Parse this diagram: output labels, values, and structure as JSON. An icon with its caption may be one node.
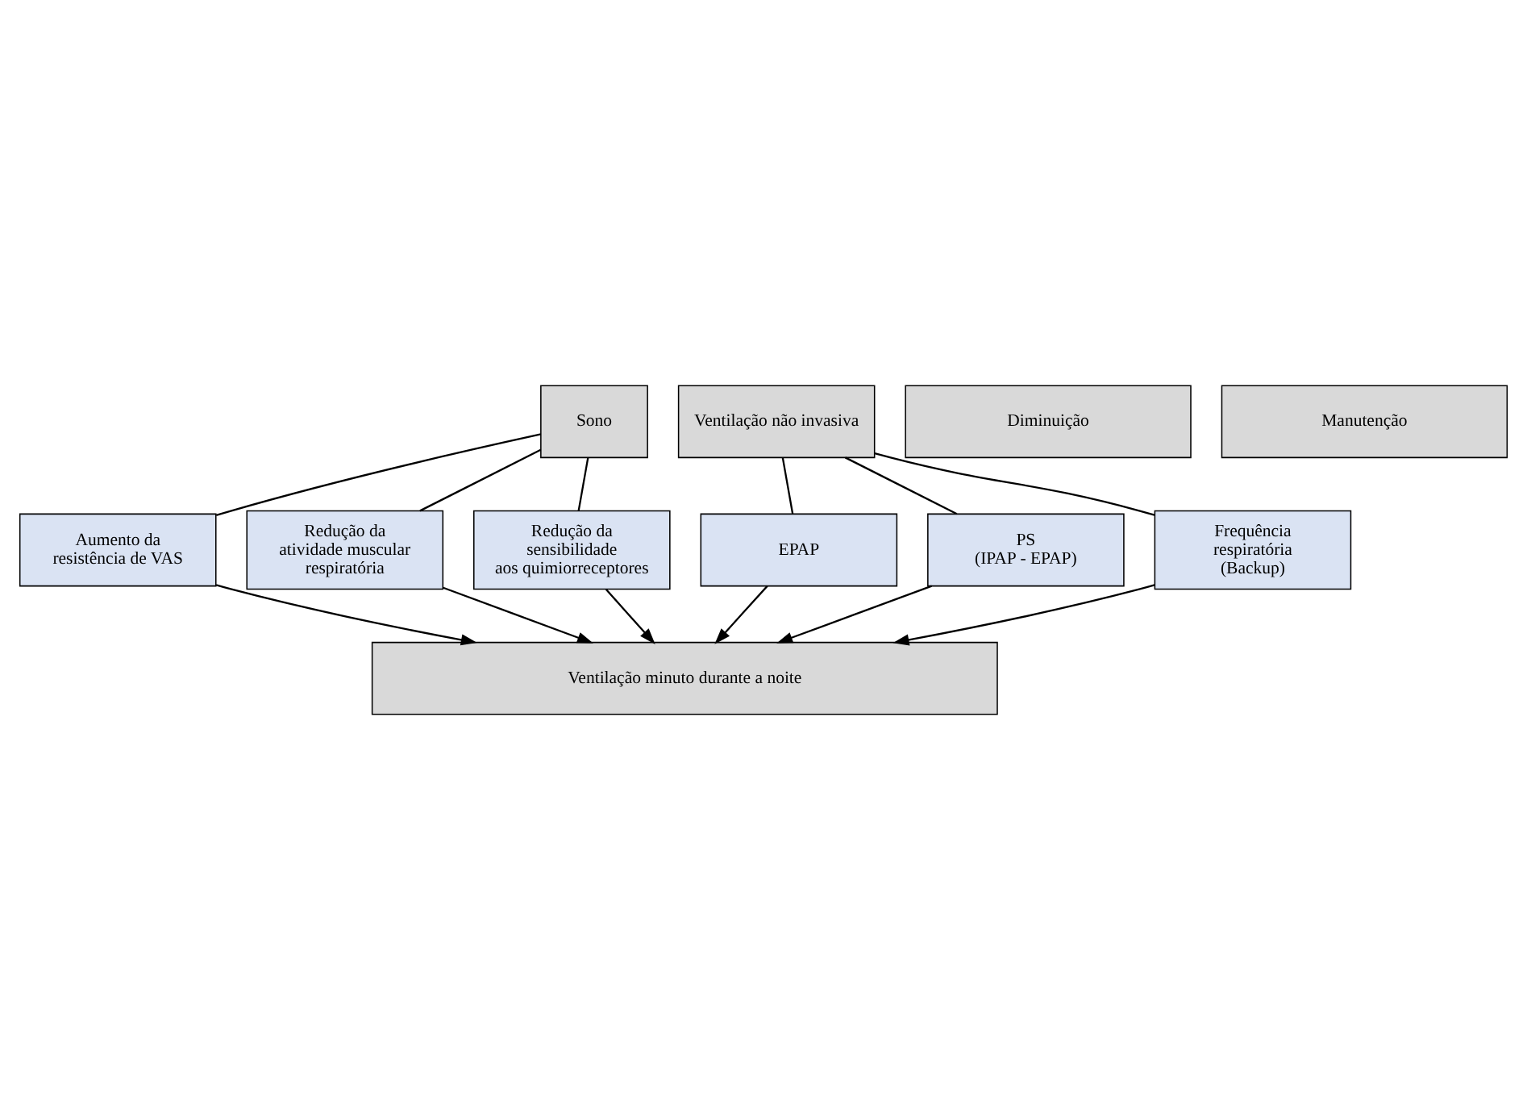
{
  "diagram": {
    "nodes": [
      {
        "text": [
          "Sono"
        ]
      },
      {
        "text": [
          "Aumento da resistência de VAS"
        ]
      },
      {
        "text": [
          "Redução da atividade muscular respiratória"
        ]
      },
      {
        "text": [
          "Redução da sensibilidade aos quimiorreceptores"
        ]
      },
      {
        "text": [
          "Diminuição"
        ]
      },
      {
        "text": [
          "EPAP"
        ]
      },
      {
        "text": [
          "PS (IPAP - EPAP)"
        ]
      },
      {
        "text": [
          "Frequência respiratória (Backup)"
        ]
      },
      {
        "text": [
          "Ventilação não invasiva"
        ]
      },
      {
        "text": [
          "Manutenção"
        ]
      },
      {
        "text": [
          "Ventilação minuto durante a noite"
        ]
      }
    ],
    "edges": [
      {
        "from": 0,
        "to": 1,
        "arrow": "none"
      },
      {
        "from": 0,
        "to": 2,
        "arrow": "none"
      },
      {
        "from": 0,
        "to": 3,
        "arrow": "none"
      },
      {
        "from": 1,
        "to": 10,
        "arrow": "to"
      },
      {
        "from": 2,
        "to": 10,
        "arrow": "to"
      },
      {
        "from": 3,
        "to": 10,
        "arrow": "to"
      },
      {
        "from": 8,
        "to": 5,
        "arrow": "none"
      },
      {
        "from": 8,
        "to": 6,
        "arrow": "none"
      },
      {
        "from": 8,
        "to": 7,
        "arrow": "none"
      },
      {
        "from": 5,
        "to": 10,
        "arrow": "to"
      },
      {
        "from": 6,
        "to": 10,
        "arrow": "to"
      },
      {
        "from": 7,
        "to": 10,
        "arrow": "to"
      }
    ]
  }
}
